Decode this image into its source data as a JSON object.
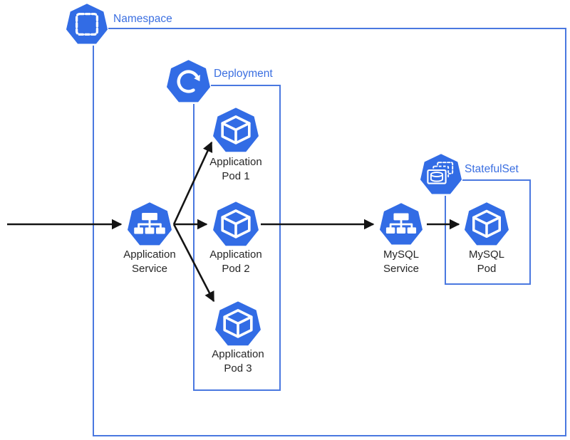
{
  "diagram_type": "kubernetes-architecture",
  "boundaries": {
    "namespace": {
      "label": "Namespace",
      "icon": "namespace-icon"
    },
    "deployment": {
      "label": "Deployment",
      "icon": "deployment-icon"
    },
    "statefulset": {
      "label": "StatefulSet",
      "icon": "statefulset-icon"
    }
  },
  "nodes": {
    "application_service": {
      "line1": "Application",
      "line2": "Service",
      "icon": "service-icon"
    },
    "application_pod_1": {
      "line1": "Application",
      "line2": "Pod 1",
      "icon": "pod-icon"
    },
    "application_pod_2": {
      "line1": "Application",
      "line2": "Pod 2",
      "icon": "pod-icon"
    },
    "application_pod_3": {
      "line1": "Application",
      "line2": "Pod 3",
      "icon": "pod-icon"
    },
    "mysql_service": {
      "line1": "MySQL",
      "line2": "Service",
      "icon": "service-icon"
    },
    "mysql_pod": {
      "line1": "MySQL",
      "line2": "Pod",
      "icon": "pod-icon"
    }
  },
  "edges": [
    {
      "from": "external-left",
      "to": "application-service"
    },
    {
      "from": "application-service",
      "to": "application-pod-1"
    },
    {
      "from": "application-service",
      "to": "application-pod-2"
    },
    {
      "from": "application-service",
      "to": "application-pod-3"
    },
    {
      "from": "application-pod-2",
      "to": "mysql-service"
    },
    {
      "from": "mysql-service",
      "to": "mysql-pod"
    }
  ],
  "colors": {
    "kubernetes_blue": "#326CE5",
    "boundary_border": "#4A78E0",
    "boundary_label": "#3B6FE1",
    "node_label": "#262626",
    "arrow": "#141414",
    "background": "#FFFFFF"
  }
}
